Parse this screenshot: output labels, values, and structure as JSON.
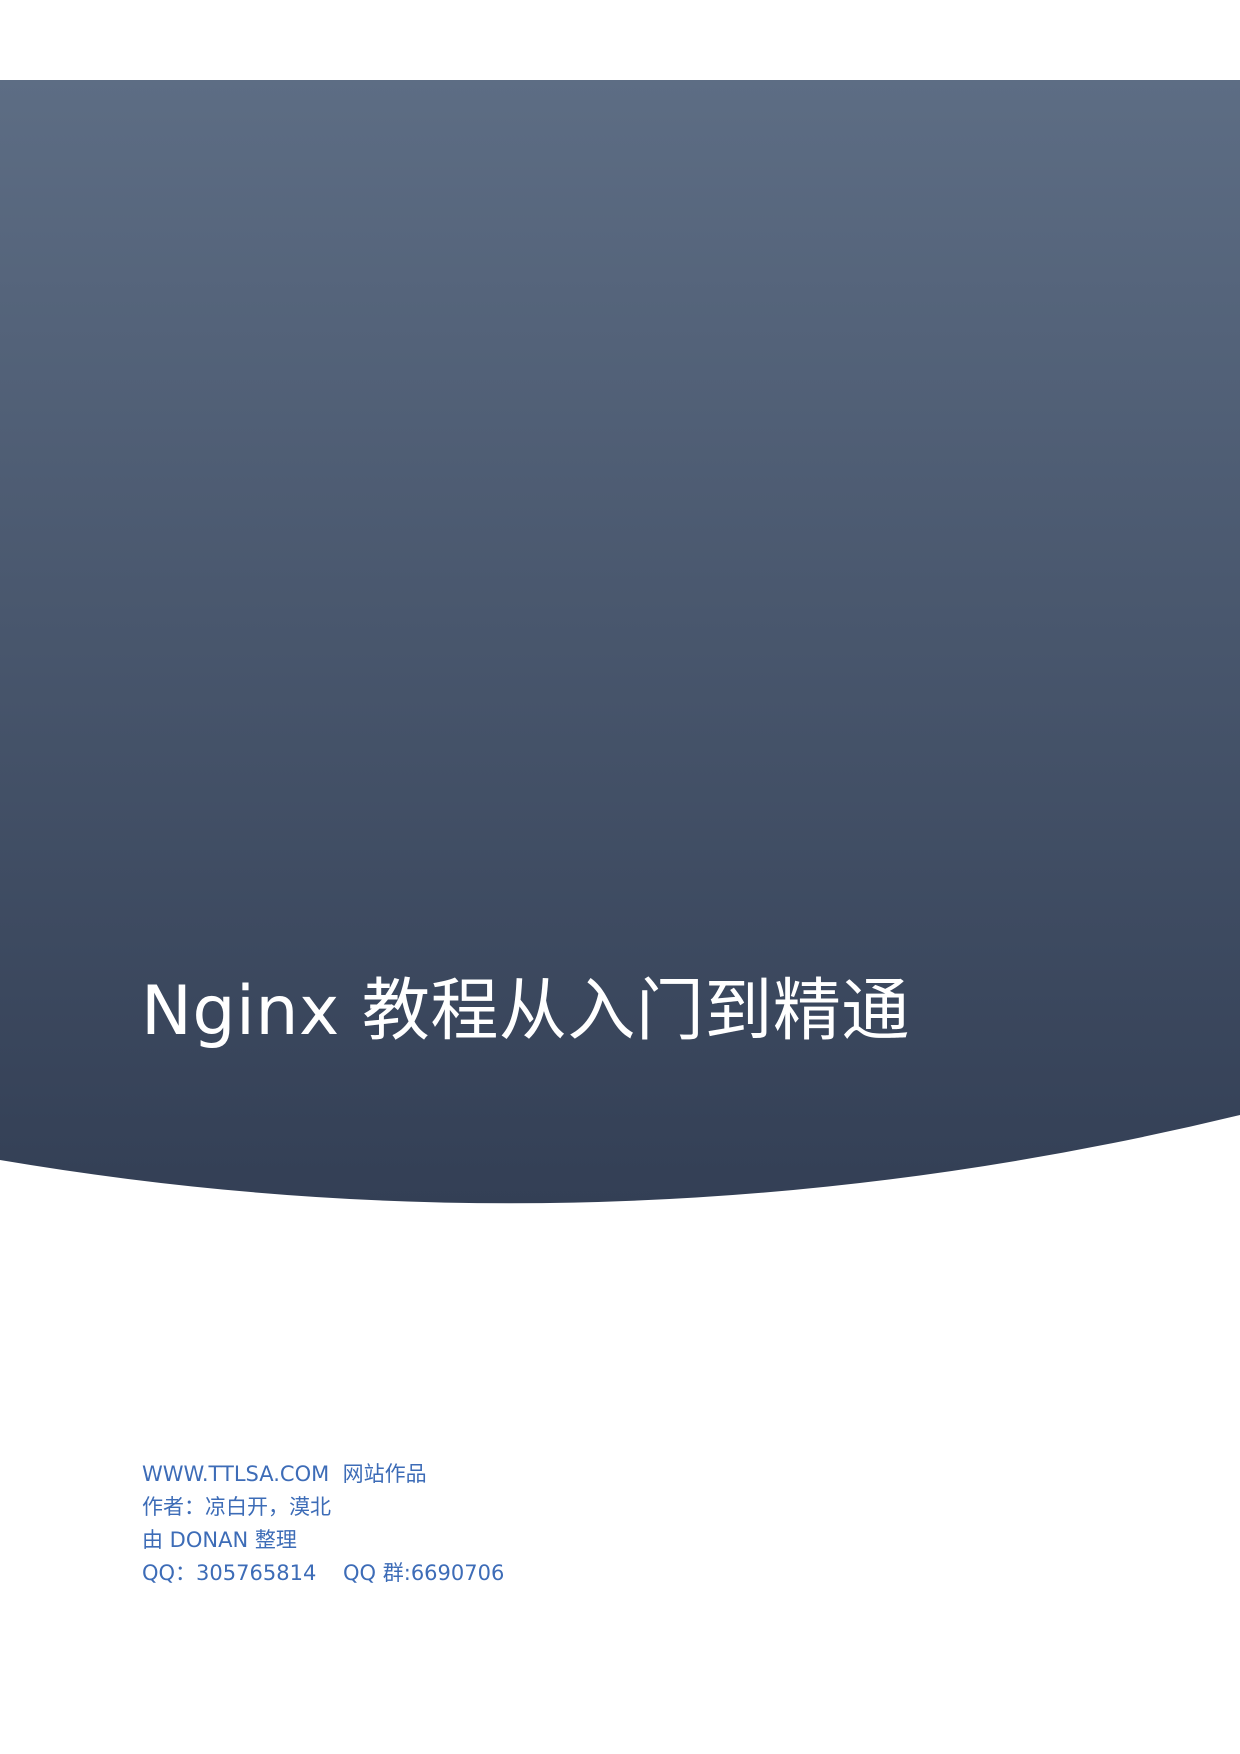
{
  "cover": {
    "title": "Nginx 教程从入门到精通",
    "band_color_top": "#5d6d84",
    "band_color_bottom": "#333f55",
    "info_color": "#3d6cb7",
    "info_lines": [
      "WWW.TTLSA.COM  网站作品",
      "作者：凉白开，漠北",
      "由 DONAN 整理",
      "QQ：305765814    QQ 群:6690706"
    ]
  }
}
